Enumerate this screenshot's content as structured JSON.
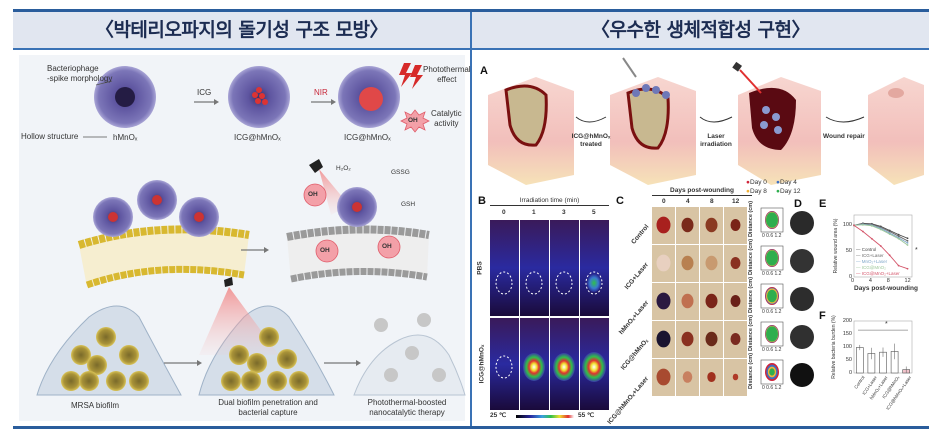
{
  "header": {
    "left_title": "〈박테리오파지의 돌기성 구조 모방〉",
    "right_title": "〈우수한 생체적합성 구현〉"
  },
  "left_figure": {
    "row1": {
      "callout_spike": "Bacteriophage",
      "callout_spike_2": "-spike morphology",
      "callout_hollow": "Hollow structure",
      "particle1_label": "hMnOₓ",
      "arrow1_label": "ICG",
      "particle2_label": "ICG@hMnOₓ",
      "arrow2_label": "NIR",
      "particle3_label": "ICG@hMnOₓ",
      "photothermal_1": "Photothermal",
      "photothermal_2": "effect",
      "catalytic_1": "Catalytic",
      "catalytic_2": "activity",
      "oh": "OH"
    },
    "row2": {
      "h2o2": "H₂O₂",
      "gssg": "GSSG",
      "gsh": "GSH",
      "oh": "OH"
    },
    "row3": {
      "stage1": "MRSA biofilm",
      "stage2_1": "Dual biofilm penetration and",
      "stage2_2": "bacterial capture",
      "stage3_1": "Photothermal-boosted",
      "stage3_2": "nanocatalytic therapy"
    }
  },
  "right_figure": {
    "panel_a": {
      "letter": "A",
      "step1_1": "ICG@hMnOₓ",
      "step1_2": "treated",
      "step2_1": "Laser",
      "step2_2": "irradiation",
      "step3": "Wound repair"
    },
    "panel_b": {
      "letter": "B",
      "title": "Irradiation time (min)",
      "times": [
        "0",
        "1",
        "3",
        "5"
      ],
      "rows": [
        "PBS",
        "ICG@hMnOₓ"
      ],
      "scale_min": "25 ℃",
      "scale_max": "55 ℃"
    },
    "panel_c": {
      "letter": "C",
      "title": "Days post-wounding",
      "days": [
        "0",
        "4",
        "8",
        "12"
      ],
      "rows": [
        "Control",
        "ICG+Laser",
        "hMnOₓ+Laser",
        "ICG@hMnOₓ",
        "ICG@hMnOₓ+Laser"
      ],
      "legend": [
        {
          "label": "Day 0",
          "color": "#d0253a"
        },
        {
          "label": "Day 4",
          "color": "#3b6fc4"
        },
        {
          "label": "Day 8",
          "color": "#f0b23a"
        },
        {
          "label": "Day 12",
          "color": "#2fae4e"
        }
      ],
      "trace_ylabel": "Distance (cm)",
      "trace_ticks": [
        "0",
        "0.6",
        "1.2"
      ]
    },
    "panel_d": {
      "letter": "D"
    },
    "panel_e": {
      "letter": "E"
    },
    "panel_f": {
      "letter": "F"
    },
    "chart_data": [
      {
        "type": "line",
        "title": "",
        "xlabel": "Days post-wounding",
        "ylabel": "Relative wound area (%)",
        "x": [
          0,
          2,
          4,
          6,
          8,
          10,
          12
        ],
        "xticks": [
          "0",
          "4",
          "8",
          "12"
        ],
        "yticks": [
          "0",
          "50",
          "100"
        ],
        "xlim": [
          0,
          13
        ],
        "ylim": [
          0,
          120
        ],
        "series": [
          {
            "name": "Control",
            "color": "#444444",
            "values": [
              100,
              104,
              103,
              98,
              90,
              82,
              75
            ]
          },
          {
            "name": "ICG+Laser",
            "color": "#6a6a6a",
            "values": [
              100,
              103,
              102,
              96,
              88,
              79,
              70
            ]
          },
          {
            "name": "MnO₂+Laser",
            "color": "#7fa7c9",
            "values": [
              100,
              102,
              100,
              94,
              85,
              76,
              66
            ]
          },
          {
            "name": "ICG@MnO₂",
            "color": "#9cc79a",
            "values": [
              100,
              101,
              99,
              92,
              83,
              74,
              62
            ]
          },
          {
            "name": "ICG@MnO₂+Laser",
            "color": "#d4556a",
            "values": [
              100,
              88,
              74,
              60,
              42,
              22,
              16
            ]
          }
        ],
        "annotation": "*"
      },
      {
        "type": "bar",
        "title": "",
        "xlabel": "",
        "ylabel": "Relative bacteria burden (%)",
        "categories": [
          "Control",
          "ICG+Laser",
          "hMnOₓ+Laser",
          "ICG@hMnOₓ",
          "ICG@hMnOₓ+Laser"
        ],
        "values": [
          98,
          75,
          80,
          83,
          13
        ],
        "errors": [
          10,
          22,
          18,
          30,
          12
        ],
        "yticks": [
          "0",
          "50",
          "100",
          "150",
          "200"
        ],
        "ylim": [
          0,
          200
        ],
        "bar_colors": [
          "#ffffff",
          "#ffffff",
          "#ffffff",
          "#ffffff",
          "#f3c4cc"
        ],
        "annotation": "*"
      }
    ]
  }
}
